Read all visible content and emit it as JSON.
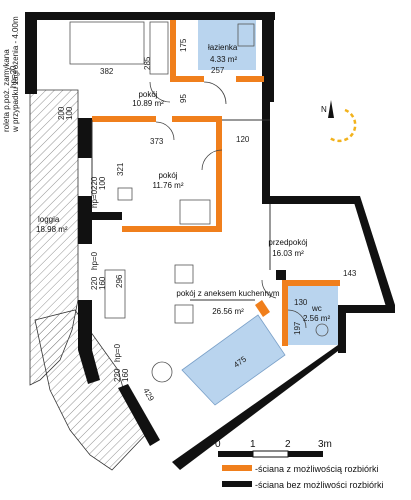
{
  "colors": {
    "wall_removable": "#f07f1c",
    "wall_non_removable": "#111111",
    "wet_room_fill": "#b9d4ee",
    "compass": "#f2b21c",
    "loggia_hatch": "#555555"
  },
  "rooms": {
    "bedroom_top": {
      "name": "pokój",
      "area": "10.89 m²"
    },
    "bathroom": {
      "name": "łazienka",
      "area": "4.33 m²"
    },
    "room_middle": {
      "name": "pokój",
      "area": "11.76 m²"
    },
    "loggia": {
      "name": "loggia",
      "area": "18.98 m²"
    },
    "hallway": {
      "name": "przedpokój",
      "area": "16.03 m²"
    },
    "living_kitchen": {
      "name": "pokój z aneksem kuchennym",
      "area": "26.56 m²"
    },
    "wc": {
      "name": "wc",
      "area": "2.56 m²"
    }
  },
  "dimensions": {
    "d382": "382",
    "d285": "285",
    "d175": "175",
    "d257": "257",
    "d95": "95",
    "d373": "373",
    "d120": "120",
    "d321": "321",
    "d143": "143",
    "d130": "130",
    "d197": "197",
    "d296": "296",
    "d475": "475",
    "d429": "429"
  },
  "window_labels": {
    "w1a": "200",
    "w1b": "100",
    "w1c": "hp=20",
    "w2a": "220",
    "w2b": "100",
    "w2c": "hp=0",
    "w3a": "220",
    "w3b": "160",
    "w3c": "hp=0",
    "w4a": "220",
    "w4b": "160",
    "w4c": "hp=0"
  },
  "note": {
    "line1": "roleta p.poż. zamykana",
    "line2": "w przypadku zagrożenia - 4.00m"
  },
  "scale": {
    "t0": "0",
    "t1": "1",
    "t2": "2",
    "t3": "3m"
  },
  "legend": {
    "removable": "-ściana z możliwością rozbiórki",
    "non_removable": "-ściana bez możliwości rozbiórki"
  },
  "compass": {
    "label": "N"
  }
}
